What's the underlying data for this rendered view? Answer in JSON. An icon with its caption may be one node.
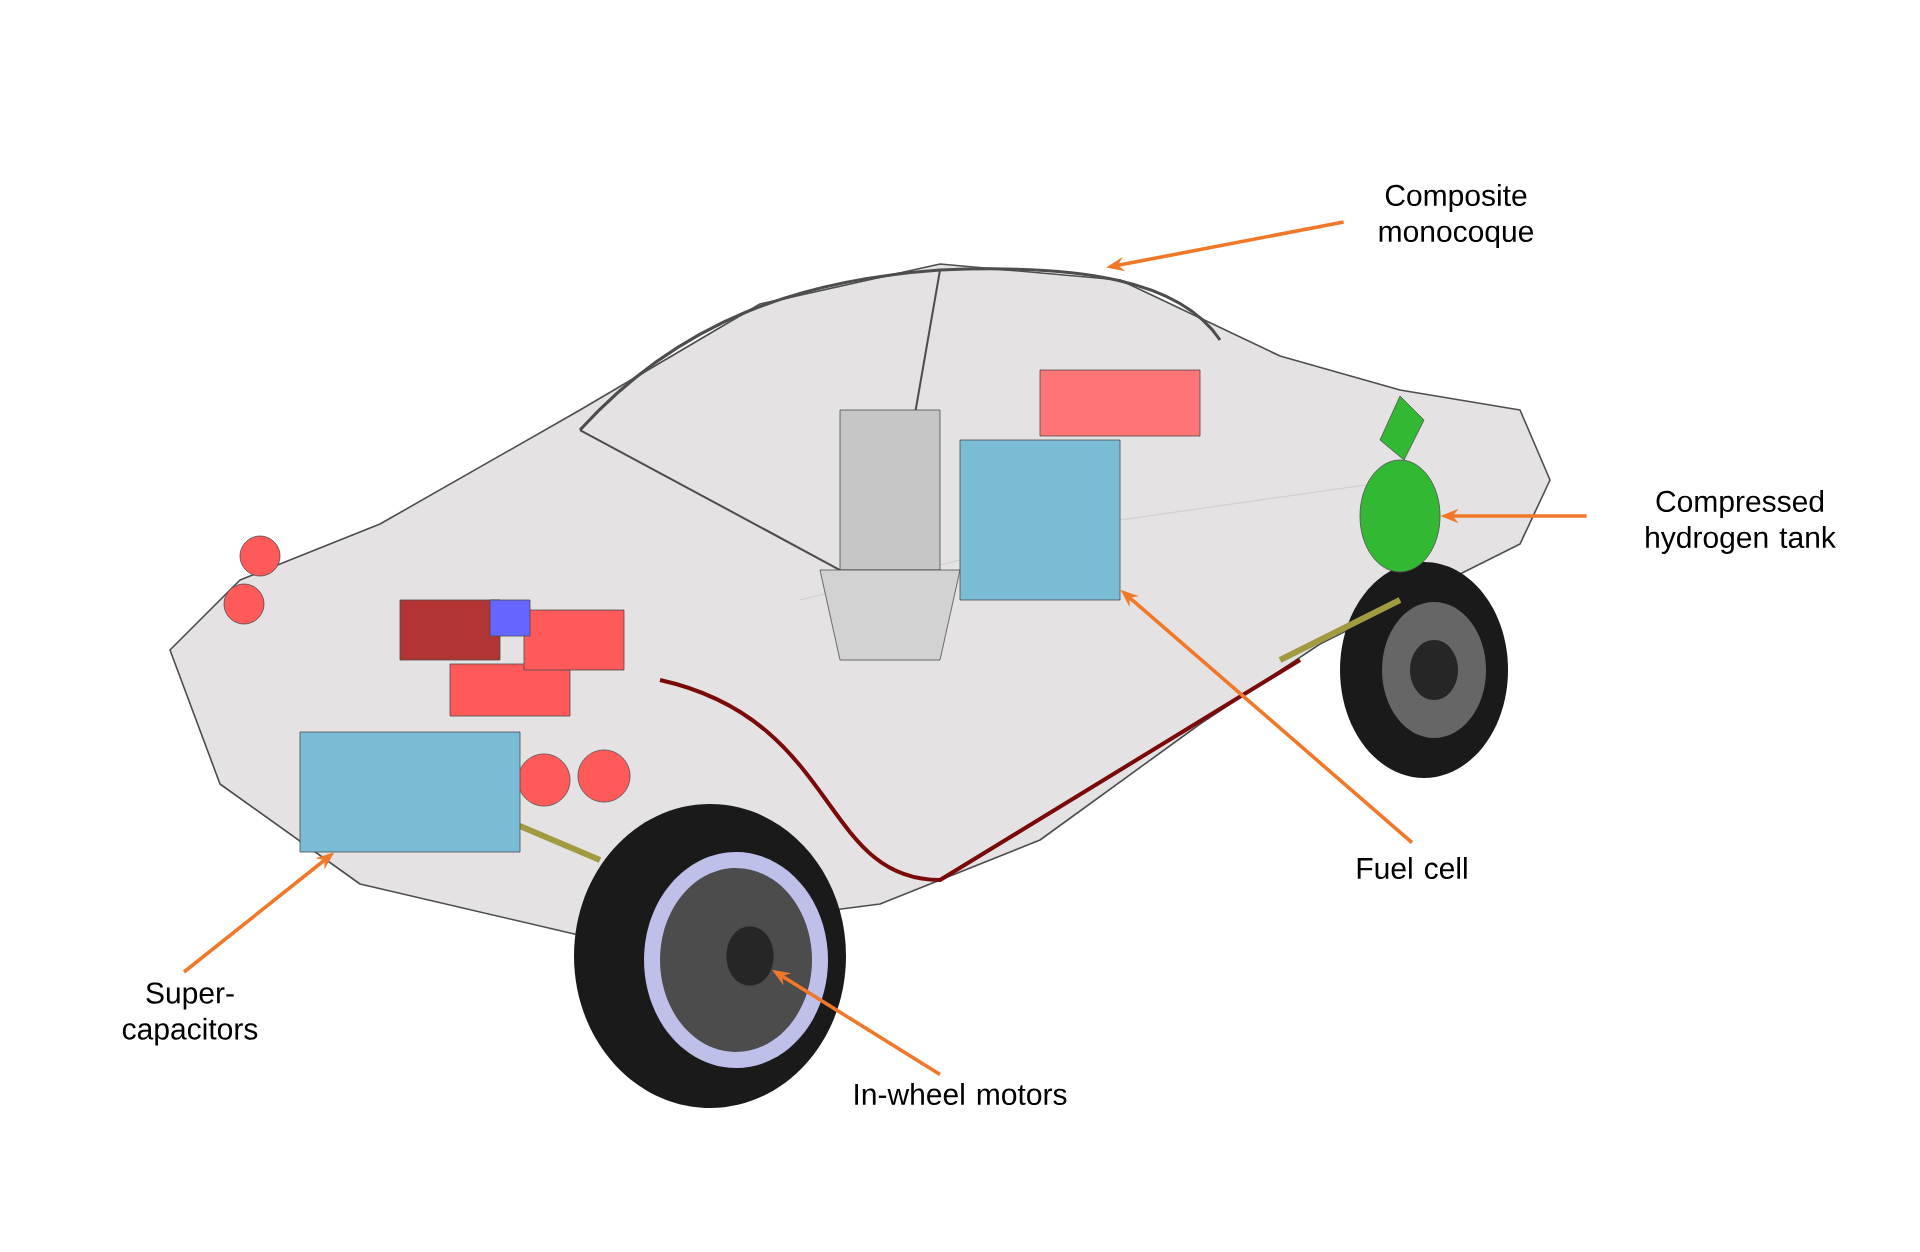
{
  "diagram": {
    "nodes": [
      {
        "text": [
          "Composite monocoque"
        ]
      },
      {
        "text": [
          "Compressed hydrogen tank"
        ]
      },
      {
        "text": [
          "Fuel cell"
        ]
      },
      {
        "text": [
          "Super- capacitors"
        ]
      },
      {
        "text": [
          "In-wheel motors"
        ]
      },
      {
        "text": [],
        "shape": "picture"
      },
      {
        "text": [],
        "shape": "circle",
        "in": 5
      },
      {
        "text": [],
        "shape": "box",
        "in": 5
      },
      {
        "text": [],
        "shape": "box",
        "in": 5
      },
      {
        "text": [],
        "shape": "circle"
      }
    ],
    "edges": [
      {
        "from": 0,
        "to": 5,
        "arrow": "to"
      },
      {
        "from": 1,
        "to": 6,
        "arrow": "to"
      },
      {
        "from": 2,
        "to": 7,
        "arrow": "to"
      },
      {
        "from": 3,
        "to": 8,
        "arrow": "to"
      },
      {
        "from": 4,
        "to": 9,
        "arrow": "to"
      }
    ]
  }
}
